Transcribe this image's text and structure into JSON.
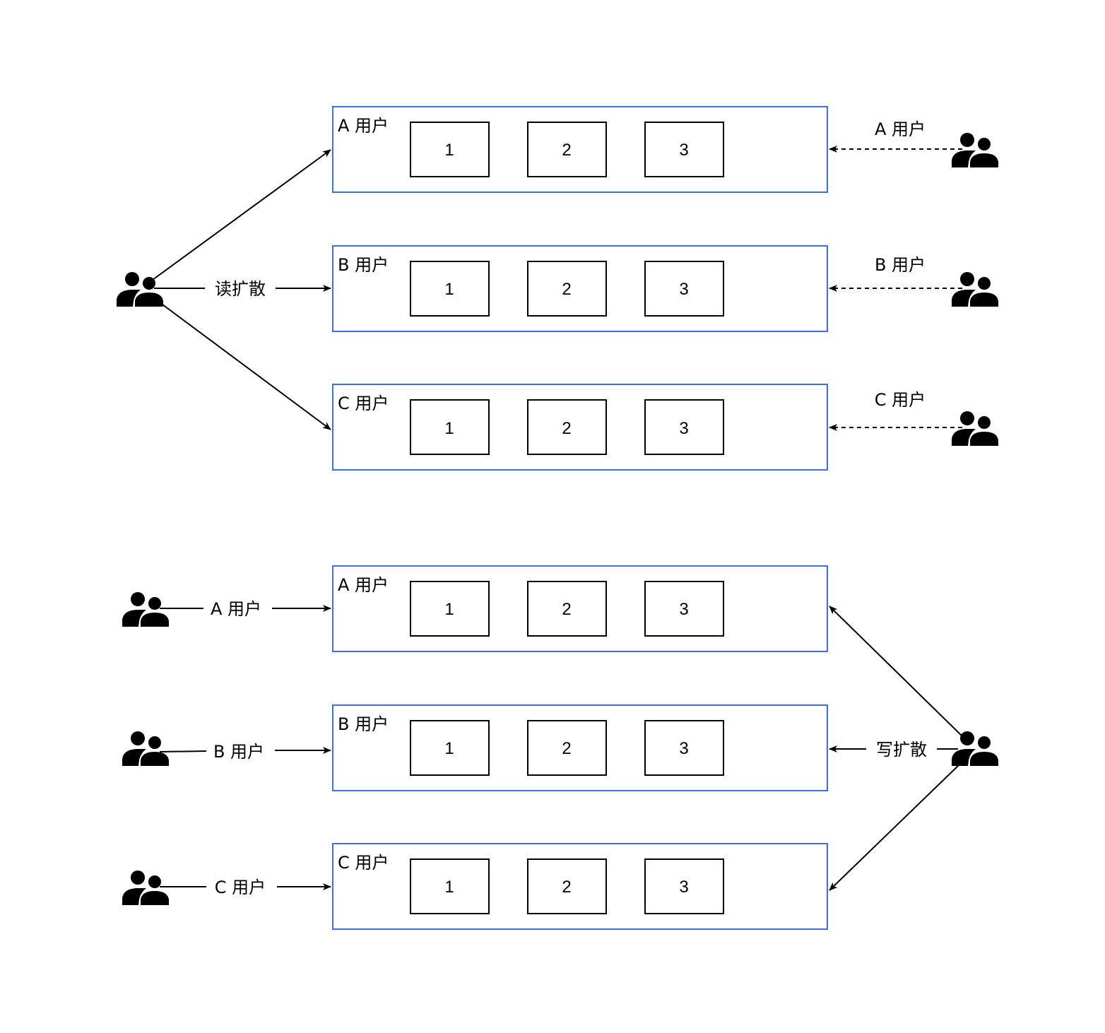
{
  "colors": {
    "panel_border": "#3d6ee8",
    "cell_border": "#000000",
    "arrow": "#000000",
    "background": "#ffffff"
  },
  "read_section": {
    "label": "读扩散",
    "sender_icon": "users-icon",
    "panels": [
      {
        "title": "A 用户",
        "cells": [
          "1",
          "2",
          "3"
        ],
        "reader_label": "A 用户",
        "reader_icon": "users-icon"
      },
      {
        "title": "B 用户",
        "cells": [
          "1",
          "2",
          "3"
        ],
        "reader_label": "B 用户",
        "reader_icon": "users-icon"
      },
      {
        "title": "C 用户",
        "cells": [
          "1",
          "2",
          "3"
        ],
        "reader_label": "C 用户",
        "reader_icon": "users-icon"
      }
    ]
  },
  "write_section": {
    "label": "写扩散",
    "writer_icon": "users-icon",
    "panels": [
      {
        "title": "A 用户",
        "cells": [
          "1",
          "2",
          "3"
        ],
        "reader_label": "A 用户",
        "reader_icon": "users-icon"
      },
      {
        "title": "B 用户",
        "cells": [
          "1",
          "2",
          "3"
        ],
        "reader_label": "B 用户",
        "reader_icon": "users-icon"
      },
      {
        "title": "C 用户",
        "cells": [
          "1",
          "2",
          "3"
        ],
        "reader_label": "C 用户",
        "reader_icon": "users-icon"
      }
    ]
  }
}
